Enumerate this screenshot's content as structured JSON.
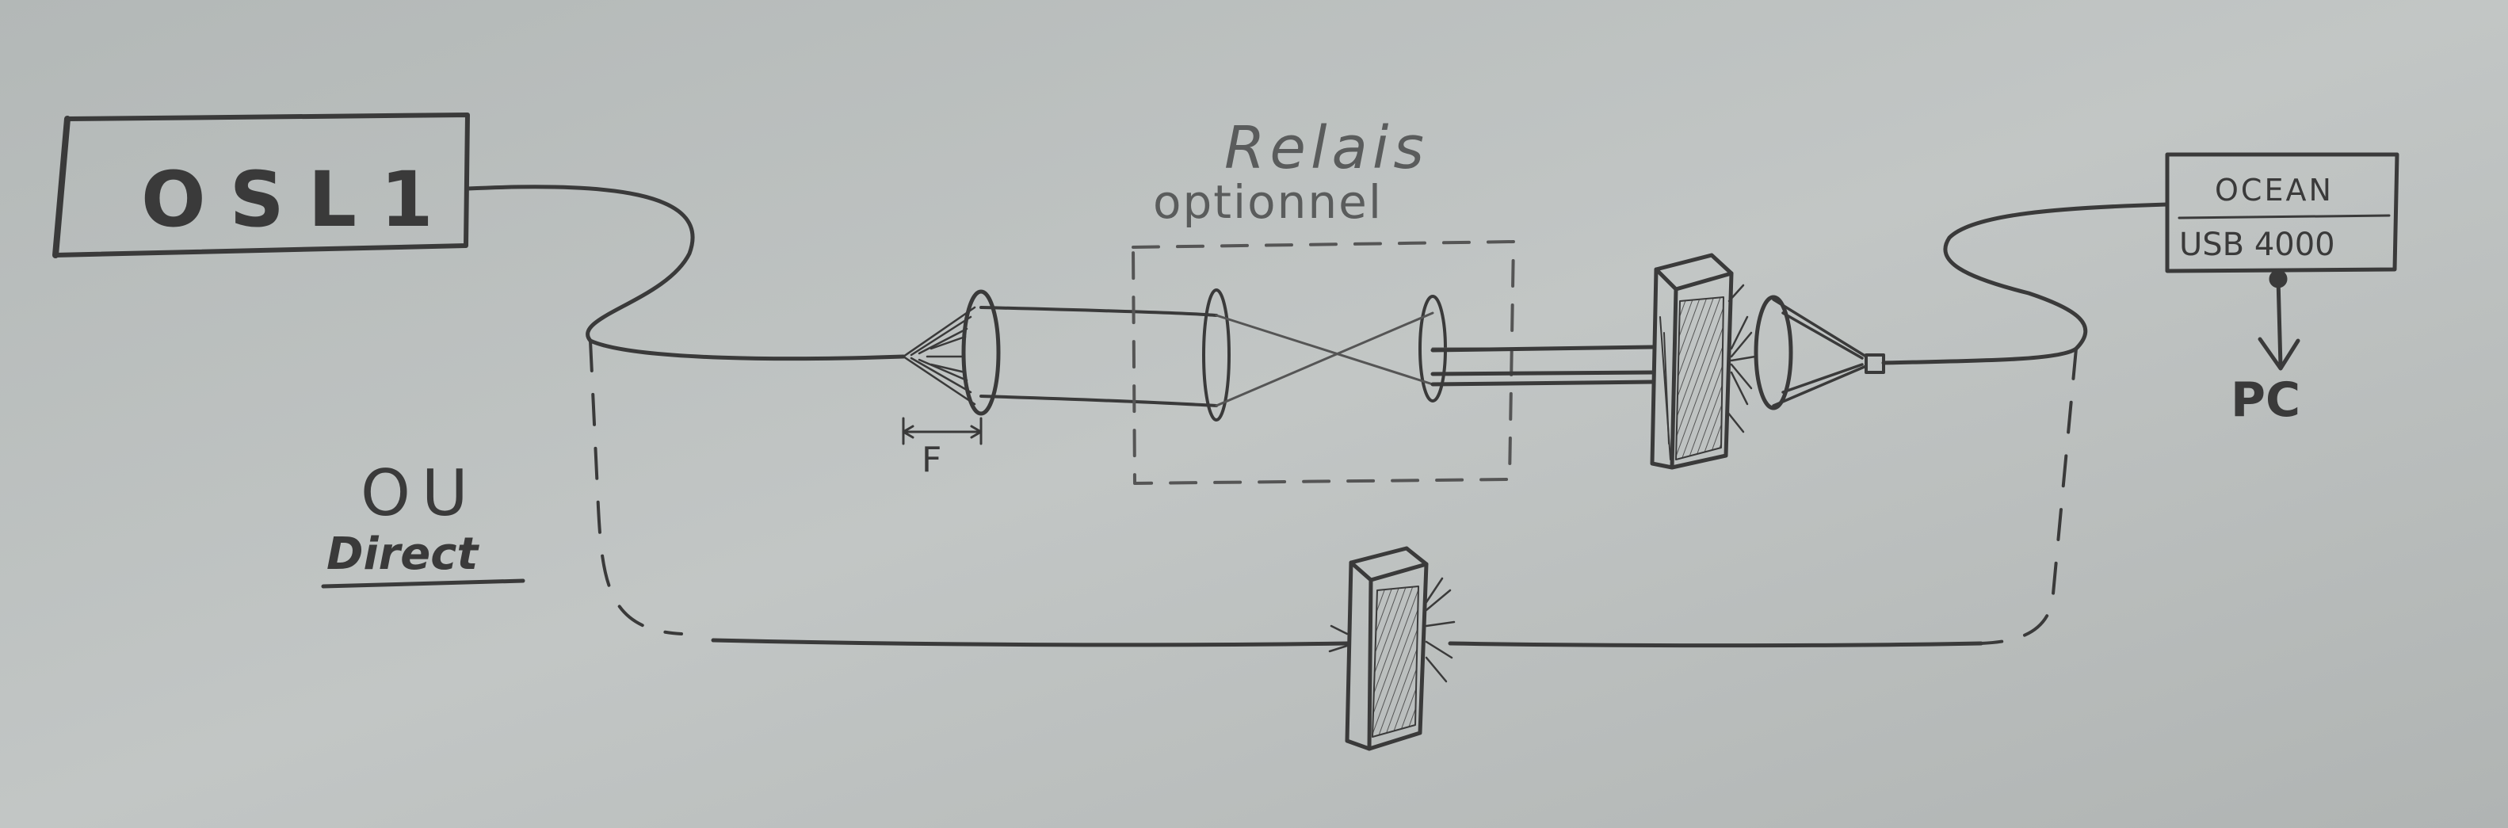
{
  "colors": {
    "paper": "#b9bdbc",
    "pencil": "#3a3a3a",
    "pencil_light": "#6a6d6d"
  },
  "labels": {
    "source": "OSL1",
    "relay_line1": "Relais",
    "relay_line2": "optionnel",
    "focal": "F",
    "alt_line1": "OU",
    "alt_line2": "Direct",
    "spectrometer_line1": "OCEAN",
    "spectrometer_line2": "USB 4000",
    "pc": "PC"
  }
}
